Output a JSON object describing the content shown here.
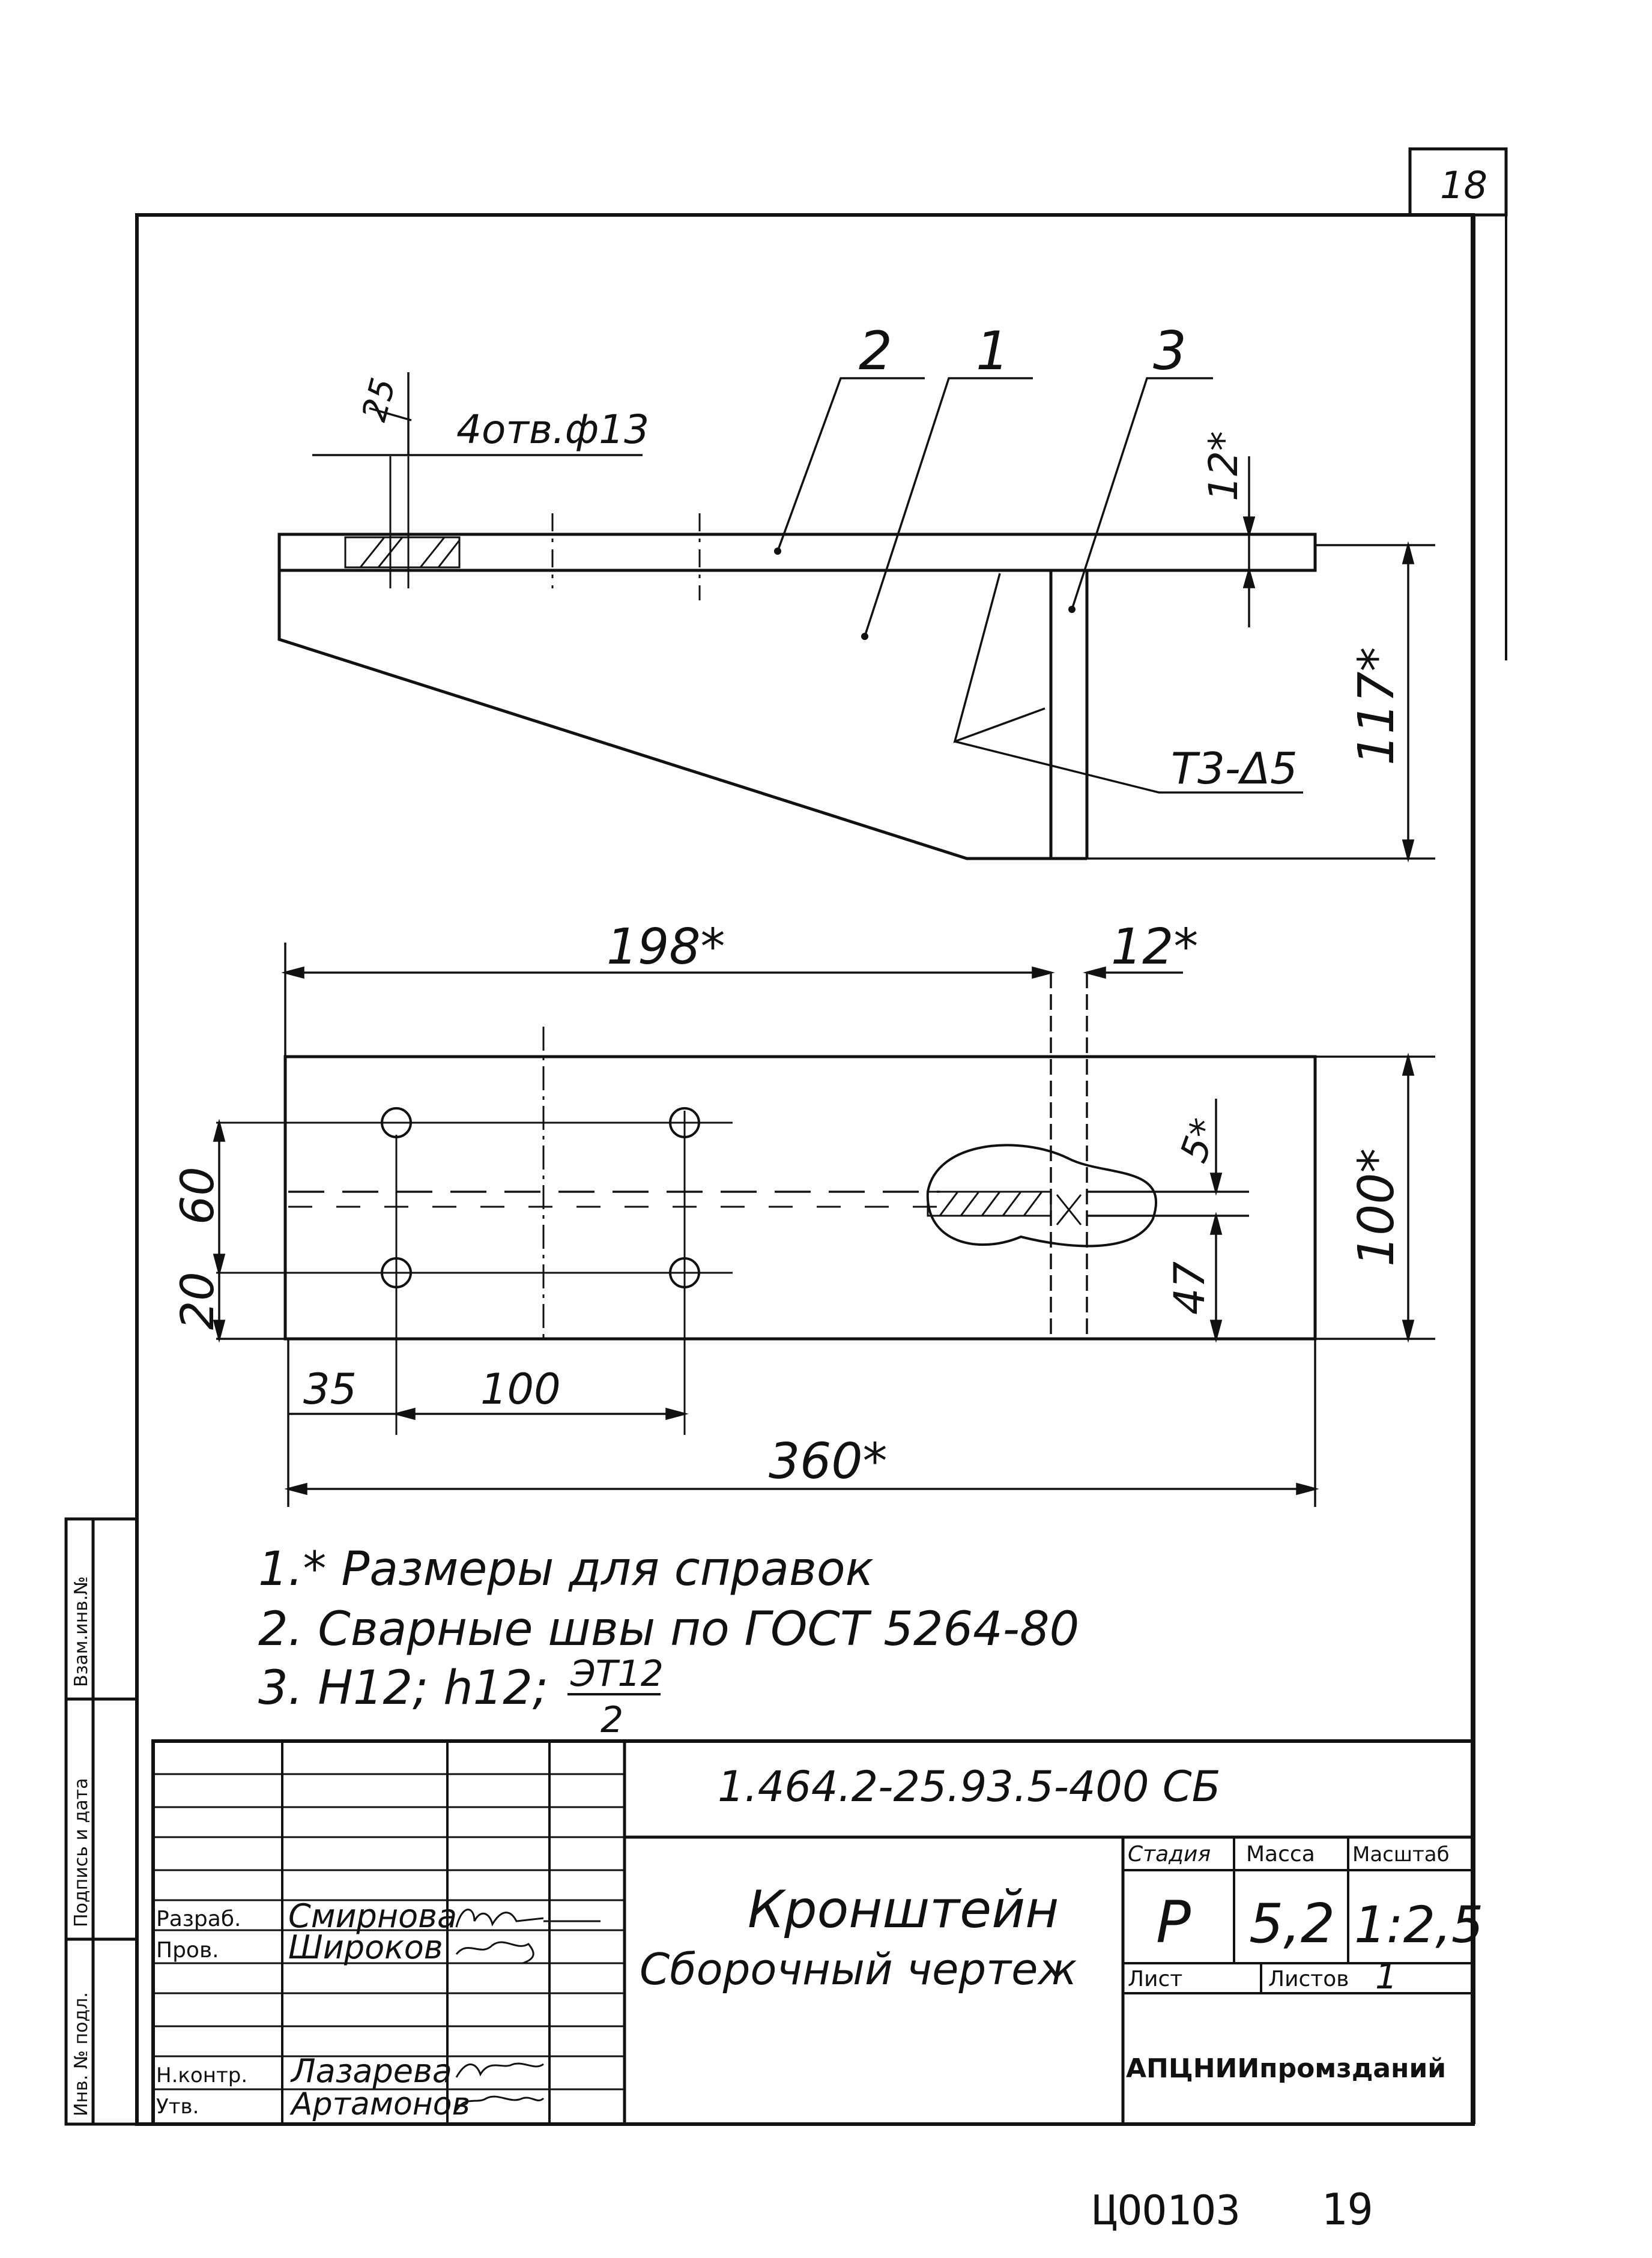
{
  "sheet_number": "18",
  "callouts": {
    "c2": "2",
    "c1": "1",
    "c3": "3"
  },
  "holes_note": "4отв.ф13",
  "dims": {
    "d25": "25",
    "d12_top": "12*",
    "d117": "117*",
    "weld": "Т3-Δ5",
    "d198": "198*",
    "d12_plan": "12*",
    "d100_right": "100*",
    "d5": "5*",
    "d47": "47",
    "d60": "60",
    "d20": "20",
    "d35": "35",
    "d100_bottom": "100",
    "d360": "360*"
  },
  "notes": [
    "1.* Размеры для справок",
    "2. Сварные швы по ГОСТ 5264-80",
    "3. Н12; h12;"
  ],
  "note3_frac": {
    "num": "ЭТ12",
    "den": "2"
  },
  "side_labels": {
    "vzam": "Взам.инв.№",
    "podpis": "Подпись и дата",
    "inv": "Инв. № подл."
  },
  "title_block": {
    "doc_code": "1.464.2-25.93.5-400 СБ",
    "name_line1": "Кронштейн",
    "name_line2": "Сборочный чертеж",
    "stage_header": "Стадия",
    "mass_header": "Масса",
    "scale_header": "Масштаб",
    "stage": "Р",
    "mass": "5,2",
    "scale": "1:2,5",
    "sheet_label": "Лист",
    "sheets_label": "Листов",
    "sheets_value": "1",
    "org": "АПЦНИИпромзданий",
    "roles": [
      {
        "role": "Разраб.",
        "name": "Смирнова"
      },
      {
        "role": "Пров.",
        "name": "Широков"
      },
      {
        "role": "Н.контр.",
        "name": "Лазарева"
      },
      {
        "role": "Утв.",
        "name": "Артамонов"
      }
    ]
  },
  "archive_code": "ЦОО1О3",
  "page_number": "19"
}
